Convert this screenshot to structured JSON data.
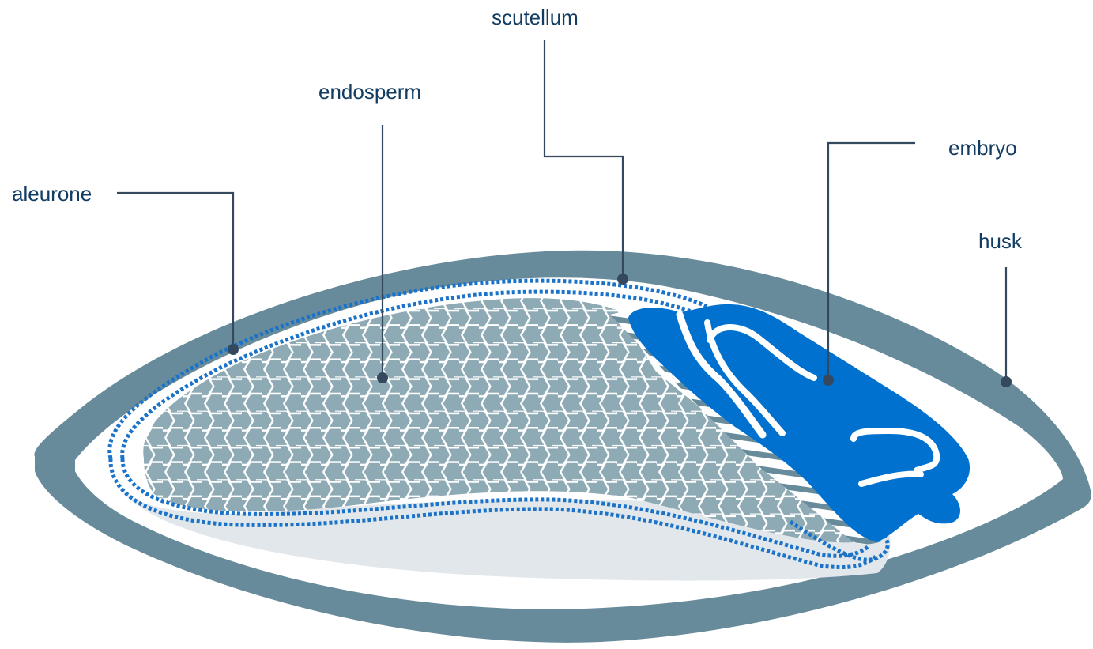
{
  "diagram": {
    "labels": {
      "scutellum": "scutellum",
      "endosperm": "endosperm",
      "embryo": "embryo",
      "aleurone": "aleurone",
      "husk": "husk"
    }
  },
  "colors": {
    "husk": "#678b9b",
    "husk_shadow": "#e1e7ea",
    "endosperm_fill": "#8eaab5",
    "hex_lines": "#ffffff",
    "aleurone_dots": "#1a73c9",
    "embryo": "#0071ce",
    "scutellum_stripes": "#678b9b",
    "leader_lines": "#34495e",
    "label_text": "#123c62"
  }
}
